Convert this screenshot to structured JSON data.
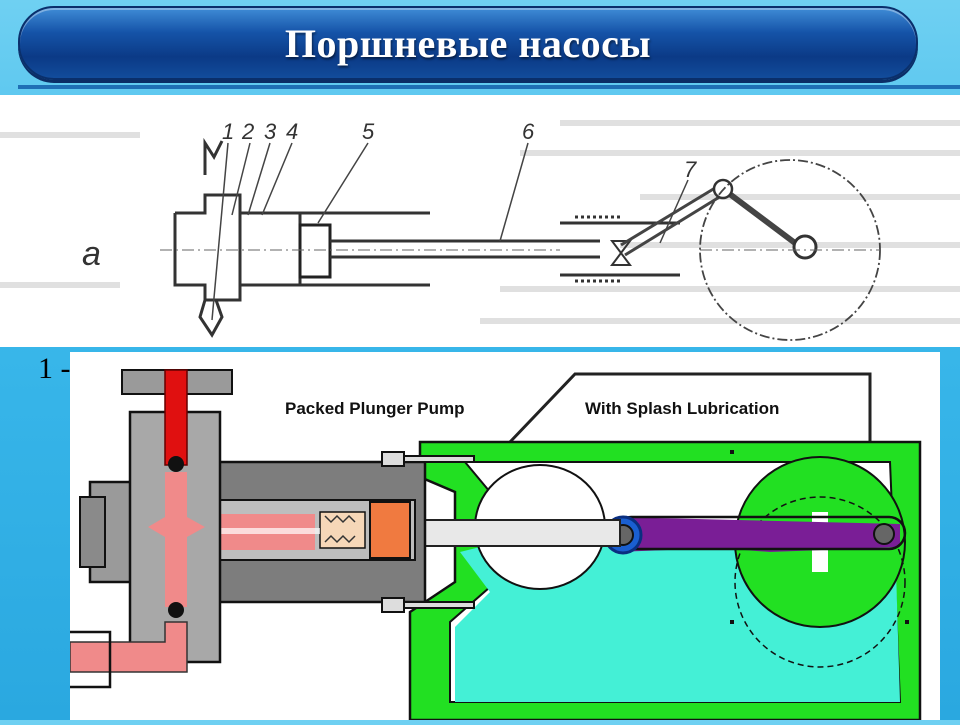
{
  "slide": {
    "title": "Поршневые насосы",
    "legend_fragment": "1 -"
  },
  "top_diagram": {
    "panel_label": "а",
    "part_numbers": [
      "1",
      "2",
      "3",
      "4",
      "5",
      "6",
      "7"
    ]
  },
  "bottom_diagram": {
    "caption_left": "Packed Plunger Pump",
    "caption_right": "With Splash Lubrication",
    "colors": {
      "discharge_red": "#e01010",
      "suction_pink": "#f08a8a",
      "housing_green": "#22e022",
      "oil_cyan": "#44f0d6",
      "crank_purple": "#7a1e96",
      "packing_orange": "#f07a40",
      "bearing_blue": "#1a5fd0"
    }
  }
}
